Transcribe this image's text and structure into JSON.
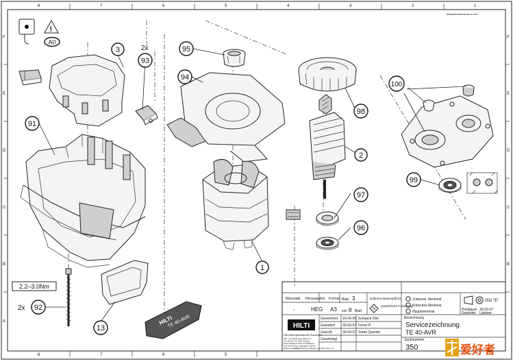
{
  "sheet": {
    "corner_note": "Masse/Dimensions in mm",
    "zone_letters": [
      "F",
      "E",
      "D",
      "C",
      "B",
      "A"
    ],
    "zone_numbers": [
      "8",
      "7",
      "6",
      "5",
      "4",
      "3",
      "2",
      "1"
    ]
  },
  "callouts": {
    "a0": "A0",
    "p3": "3",
    "p93_qty": "2x",
    "p93": "93",
    "p95": "95",
    "p94": "94",
    "p91": "91",
    "p98": "98",
    "p100": "100",
    "p2": "2",
    "p97": "97",
    "p96": "96",
    "p99": "99",
    "p1": "1",
    "p13": "13",
    "p92_qty": "2x",
    "p92": "92",
    "torque": "2.2–3.0Nm"
  },
  "nameplate": {
    "brand": "HILTI",
    "model": "TE 40-AVR"
  },
  "title_block": {
    "col_massstab": "Massstab",
    "col_herausgeber": "Herausgeber",
    "col_format": "Format",
    "massstab_val": "-",
    "herausgeber_val": "HEG",
    "format_val": "A3",
    "blatt_label": "Blatt",
    "blatt_val": "3",
    "von_label": "von",
    "von_val": "8",
    "von_suffix": "Blatt",
    "dok_pflicht": "Dokumentationspflicht",
    "gesetzliche": "Gesetzliche Forderung",
    "merk_zulass": "Zulassrel. Merkmal",
    "merk_krit": "Kritisches Merkmal",
    "merk_haupt": "Hauptmerkmal",
    "iso": "ISO \"E\"",
    "plotdatum_label": "Plotdatum",
    "plotdatum_val": "30-03-07",
    "geplottet_label": "Geplottet",
    "geplottet_val": "Listener",
    "rows": [
      {
        "label": "Gezeichnet",
        "date": "15-09-06",
        "name": "Schaack Otto"
      },
      {
        "label": "Geändert",
        "date": "30-03-07",
        "name": "Ferrer P."
      },
      {
        "label": "Geprüft",
        "date": "30-03-07",
        "name": "Sutter Quentin"
      },
      {
        "label": "Genehmigt",
        "date": "",
        "name": ""
      }
    ],
    "bezeichnung_label": "Bezeichnung",
    "bezeichnung_1": "Servicezeichnung",
    "bezeichnung_2": "TE 40-AVR",
    "sachnummer_label": "Sachnummer",
    "sachnummer_val": "350",
    "logo": "HILTI",
    "company": "Hilti Aktiengesellschaft Schaan/FL",
    "legal_1": "Hilti - Leonardstrasse Eigentum",
    "legal_2": "von Hilti AG, FL-9494 Schaan.",
    "legal_3": "Ohne Erlaubnis nicht vervielfältigen",
    "legal_4": "und nicht Dritten zugänglich machen.",
    "legal_5": "Right of technical",
    "legal_6": "and programme changes reserved. S.E. & O."
  },
  "watermark": {
    "text": "爱好者"
  }
}
